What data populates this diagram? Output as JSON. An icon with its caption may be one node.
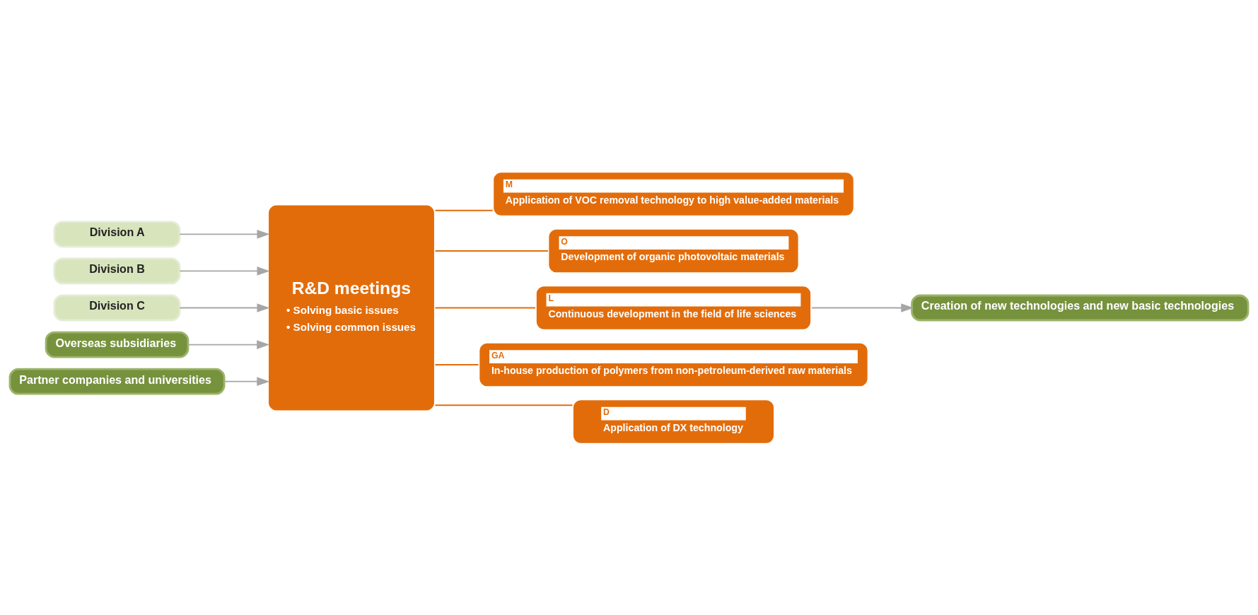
{
  "diagram": {
    "nodes": [
      {
        "text": [
          "Division A"
        ]
      },
      {
        "text": [
          "Division B"
        ]
      },
      {
        "text": [
          "Division C"
        ]
      },
      {
        "text": [
          "Overseas subsidiaries"
        ]
      },
      {
        "text": [
          "Partner companies and universities"
        ]
      },
      {
        "text": [
          "R&D meetings",
          "• Solving basic issues",
          "• Solving common issues"
        ]
      },
      {
        "text": [
          "M",
          "Application of VOC removal technology to high value-added materials"
        ]
      },
      {
        "text": [
          "O",
          "Development of organic photovoltaic materials"
        ]
      },
      {
        "text": [
          "L",
          "Continuous development in the field of life sciences"
        ]
      },
      {
        "text": [
          "GA",
          "In-house production of polymers from non-petroleum-derived raw materials"
        ]
      },
      {
        "text": [
          "D",
          "Application of DX technology"
        ]
      },
      {
        "text": [
          "Creation of new technologies and new basic technologies"
        ]
      }
    ],
    "edges": [
      {
        "from": 0,
        "to": 5,
        "arrow": "to"
      },
      {
        "from": 1,
        "to": 5,
        "arrow": "to"
      },
      {
        "from": 2,
        "to": 5,
        "arrow": "to"
      },
      {
        "from": 3,
        "to": 5,
        "arrow": "to"
      },
      {
        "from": 4,
        "to": 5,
        "arrow": "to"
      },
      {
        "from": 5,
        "to": 6,
        "arrow": "none",
        "color": "#e36c0a"
      },
      {
        "from": 5,
        "to": 7,
        "arrow": "none",
        "color": "#e36c0a"
      },
      {
        "from": 5,
        "to": 8,
        "arrow": "none",
        "color": "#e36c0a"
      },
      {
        "from": 5,
        "to": 9,
        "arrow": "none",
        "color": "#e36c0a"
      },
      {
        "from": 5,
        "to": 10,
        "arrow": "none",
        "color": "#e36c0a"
      },
      {
        "from": 8,
        "to": 11,
        "arrow": "to"
      }
    ]
  }
}
